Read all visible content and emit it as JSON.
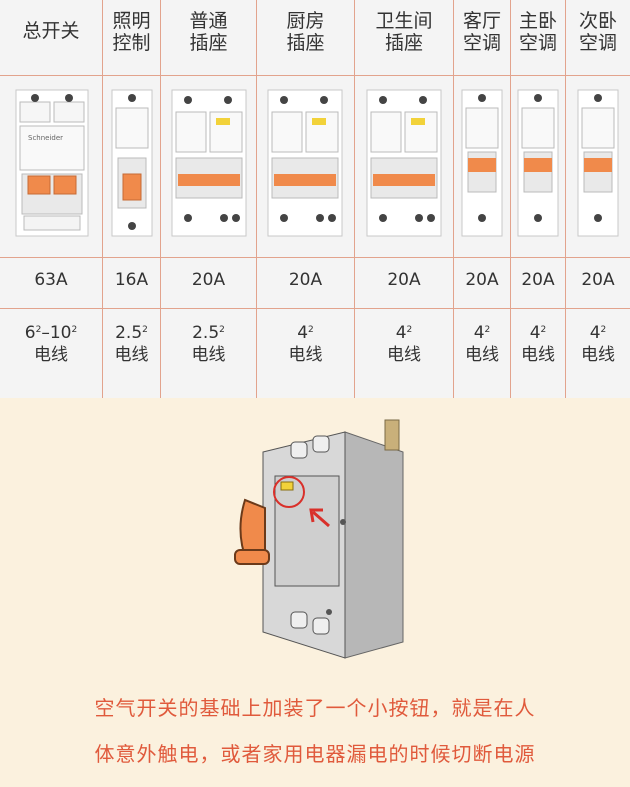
{
  "headers": [
    {
      "l1": "总开关",
      "l2": ""
    },
    {
      "l1": "照明",
      "l2": "控制"
    },
    {
      "l1": "普通",
      "l2": "插座"
    },
    {
      "l1": "厨房",
      "l2": "插座"
    },
    {
      "l1": "卫生间",
      "l2": "插座"
    },
    {
      "l1": "客厅",
      "l2": "空调"
    },
    {
      "l1": "主卧",
      "l2": "空调"
    },
    {
      "l1": "次卧",
      "l2": "空调"
    }
  ],
  "amps": [
    "63A",
    "16A",
    "20A",
    "20A",
    "20A",
    "20A",
    "20A",
    "20A"
  ],
  "wires": [
    {
      "a": "6",
      "b": "–10",
      "c": "电线"
    },
    {
      "a": "2.5",
      "b": "",
      "c": "电线"
    },
    {
      "a": "2.5",
      "b": "",
      "c": "电线"
    },
    {
      "a": "4",
      "b": "",
      "c": "电线"
    },
    {
      "a": "4",
      "b": "",
      "c": "电线"
    },
    {
      "a": "4",
      "b": "",
      "c": "电线"
    },
    {
      "a": "4",
      "b": "",
      "c": "电线"
    },
    {
      "a": "4",
      "b": "",
      "c": "电线"
    }
  ],
  "brand": "Schneider",
  "caption": {
    "line1": "空气开关的基础上加装了一个小按钮，就是在人",
    "line2": "体意外触电，或者家用电器漏电的时候切断电源"
  },
  "colors": {
    "accent": "#e05a3c",
    "handle": "#f08a4b",
    "test_button": "#f2d23a",
    "divider": "#e2a38d"
  }
}
